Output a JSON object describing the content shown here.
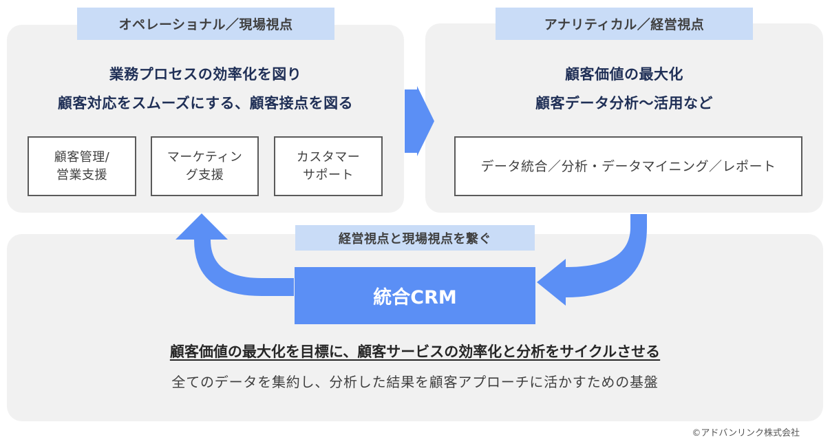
{
  "operational": {
    "tag": "オペレーショナル／現場視点",
    "heading_line1": "業務プロセスの効率化を図り",
    "heading_line2": "顧客対応をスムーズにする、顧客接点を図る",
    "boxes": [
      {
        "line1": "顧客管理/",
        "line2": "営業支援"
      },
      {
        "line1": "マーケティン",
        "line2": "グ支援"
      },
      {
        "line1": "カスタマー",
        "line2": "サポート"
      }
    ]
  },
  "analytical": {
    "tag": "アナリティカル／経営視点",
    "heading_line1": "顧客価値の最大化",
    "heading_line2": "顧客データ分析～活用など",
    "box": "データ統合／分析・データマイニング／レポート"
  },
  "crm": {
    "tag": "経営視点と現場視点を繋ぐ",
    "box": "統合CRM",
    "title": "顧客価値の最大化を目標に、顧客サービスの効率化と分析をサイクルさせる",
    "subtitle": "全てのデータを集約し、分析した結果を顧客アプローチに活かすための基盤"
  },
  "copyright": "©アドバンリンク株式会社",
  "colors": {
    "accent": "#5b8ff5",
    "tag_bg": "#c9dcf7",
    "panel_bg": "#f1f1f1",
    "heading": "#1f2f56"
  }
}
